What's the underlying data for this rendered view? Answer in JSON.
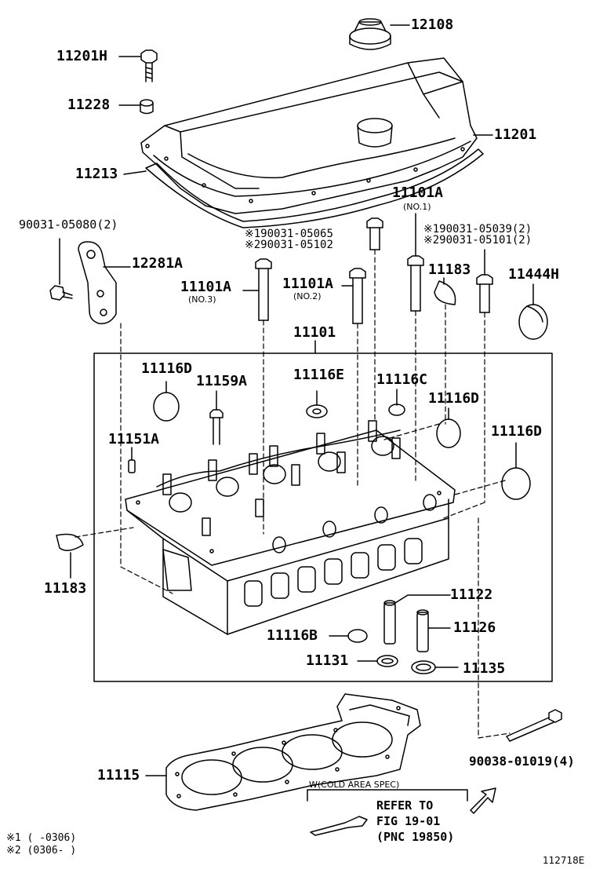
{
  "callouts": {
    "p12108": "12108",
    "p11201H": "11201H",
    "p11228": "11228",
    "p11201": "11201",
    "p11213": "11213",
    "p90031_05080": "90031-05080(2)",
    "p12281A": "12281A",
    "p11101A_no1": "11101A",
    "p11101A_no1_sub": "(NO.1)",
    "p_s1_90031_05065": "※190031-05065",
    "p_s2_90031_05102": "※290031-05102",
    "p_s1_90031_05039": "※190031-05039(2)",
    "p_s2_90031_05101": "※290031-05101(2)",
    "p11101A_no3": "11101A",
    "p11101A_no3_sub": "(NO.3)",
    "p11101A_no2": "11101A",
    "p11101A_no2_sub": "(NO.2)",
    "p11183_top": "11183",
    "p11444H": "11444H",
    "p11101": "11101",
    "p11116D_a": "11116D",
    "p11159A": "11159A",
    "p11116E": "11116E",
    "p11116C": "11116C",
    "p11116D_b": "11116D",
    "p11151A": "11151A",
    "p11116D_c": "11116D",
    "p11183_left": "11183",
    "p11122": "11122",
    "p11126": "11126",
    "p11116B": "11116B",
    "p11131": "11131",
    "p11135": "11135",
    "p11115": "11115",
    "p90038_01019": "90038-01019(4)"
  },
  "cold_area": {
    "title": "W(COLD AREA SPEC)",
    "refer_line1": "REFER TO",
    "refer_line2": "FIG 19-01",
    "refer_line3": "(PNC 19850)"
  },
  "legend": {
    "note1": "※1 (     -0306)",
    "note2": "※2 (0306-     )"
  },
  "figure_id": "112718E"
}
